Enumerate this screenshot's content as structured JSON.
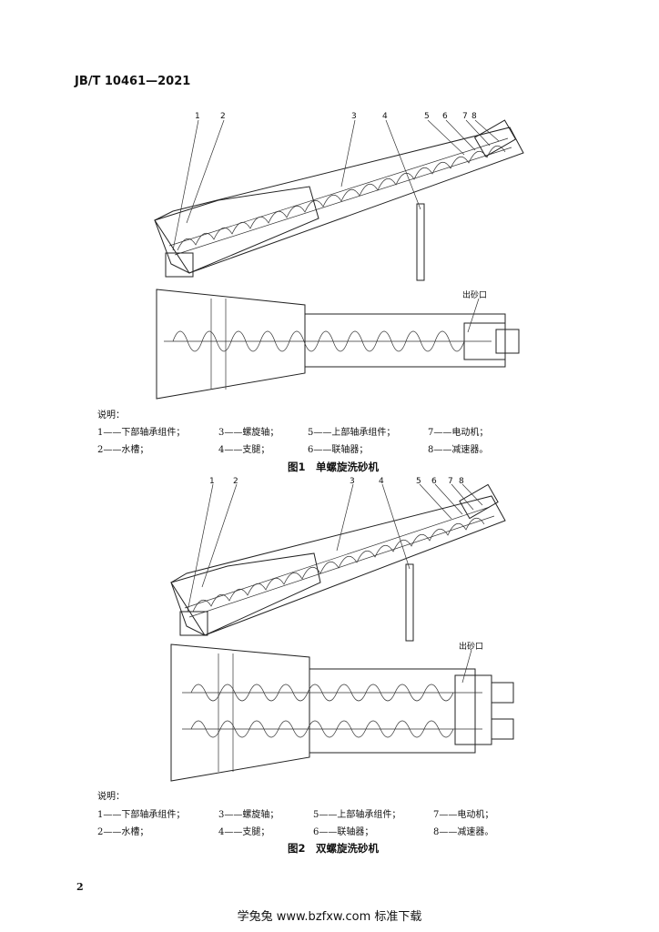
{
  "header": {
    "standard_number": "JB/T 10461—2021"
  },
  "figure1": {
    "callouts": [
      "1",
      "2",
      "3",
      "4",
      "5",
      "6",
      "7",
      "8"
    ],
    "outlet_label": "出砂口",
    "legend_title": "说明：",
    "legend": [
      [
        "1——下部轴承组件；",
        "3——螺旋轴；",
        "5——上部轴承组件；",
        "7——电动机；"
      ],
      [
        "2——水槽；",
        "4——支腿；",
        "6——联轴器；",
        "8——减速器。"
      ]
    ],
    "caption": "图1　单螺旋洗砂机"
  },
  "figure2": {
    "callouts": [
      "1",
      "2",
      "3",
      "4",
      "5",
      "6",
      "7",
      "8"
    ],
    "outlet_label": "出砂口",
    "legend_title": "说明：",
    "legend": [
      [
        "1——下部轴承组件；",
        "3——螺旋轴；",
        "5——上部轴承组件；",
        "7——电动机；"
      ],
      [
        "2——水槽；",
        "4——支腿；",
        "6——联轴器；",
        "8——减速器。"
      ]
    ],
    "caption": "图2　双螺旋洗砂机"
  },
  "page_number": "2",
  "footer": {
    "watermark": "学兔兔 www.bzfxw.com 标准下载"
  }
}
